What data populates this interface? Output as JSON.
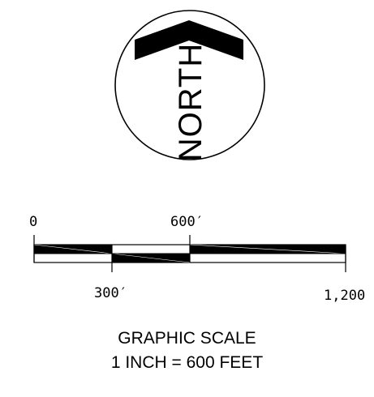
{
  "north_arrow": {
    "label": "NORTH"
  },
  "scale_bar": {
    "top_labels": [
      "0",
      "600′"
    ],
    "bottom_labels": [
      "300′",
      "1,200"
    ]
  },
  "caption": {
    "line1": "GRAPHIC SCALE",
    "line2": "1 INCH = 600 FEET"
  }
}
